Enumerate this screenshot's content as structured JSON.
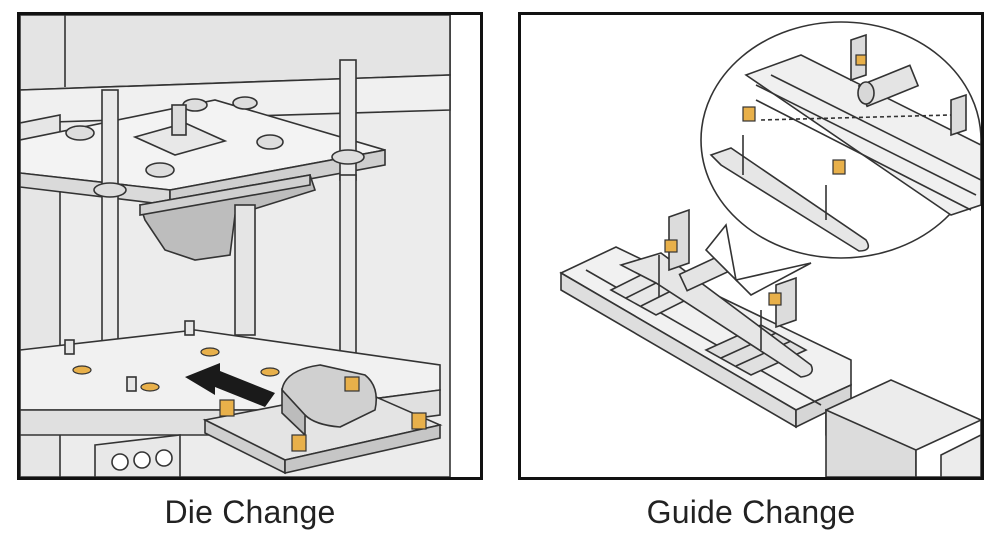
{
  "captions": {
    "left": "Die Change",
    "right": "Guide Change"
  },
  "colors": {
    "fill_light": "#ececec",
    "fill_mid": "#dcdcdc",
    "fill_dark": "#bdbdbd",
    "brass": "#e8b04a",
    "arrow": "#1a1a1a",
    "line": "#333333"
  },
  "icons": {
    "left": "press-die-illustration",
    "right": "guide-rail-illustration"
  }
}
